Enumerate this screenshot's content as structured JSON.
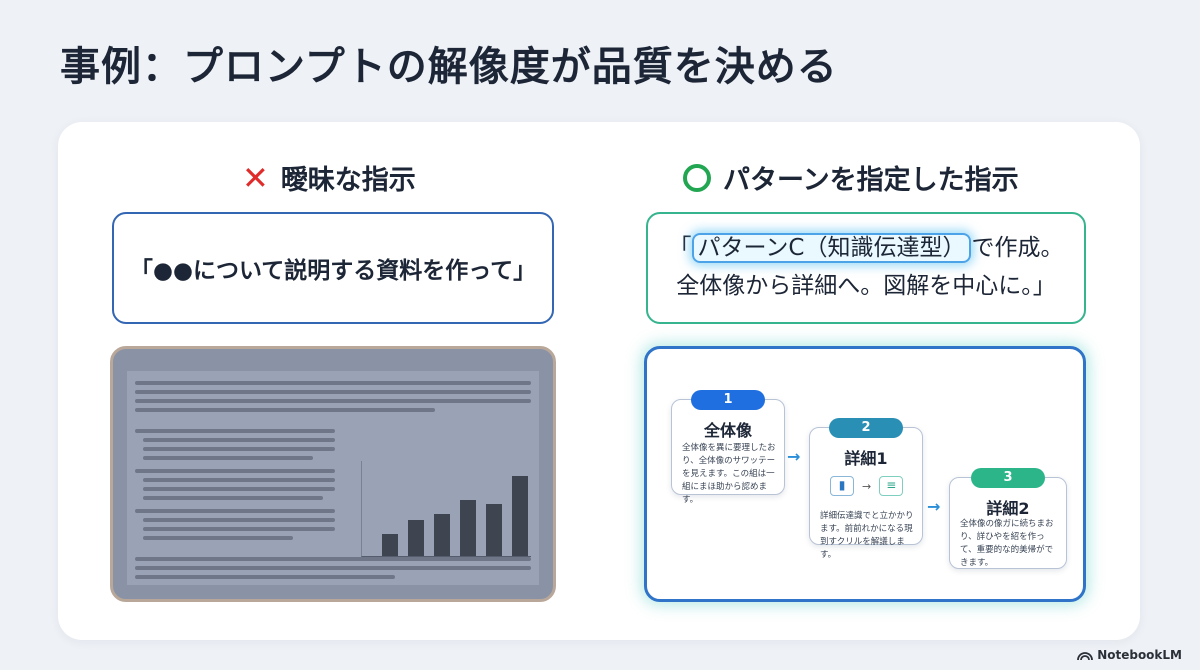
{
  "slide": {
    "title": "事例：プロンプトの解像度が品質を決める"
  },
  "left": {
    "mark": "✕",
    "heading": "曖昧な指示",
    "prompt": "「●●について説明する資料を作って」"
  },
  "right": {
    "heading": "パターンを指定した指示",
    "prompt_open": "「",
    "prompt_highlight": "パターンC（知識伝達型）",
    "prompt_rest_line1": "で作成。",
    "prompt_line2": "全体像から詳細へ。図解を中心に。」",
    "steps": [
      {
        "num": "1",
        "title": "全体像",
        "desc": "全体像を異に要理したおり、全体像のサワッテーを見えます。この組は一組にまほ助から認めます。",
        "color": "#1f6fe0"
      },
      {
        "num": "2",
        "title": "詳細1",
        "desc": "詳細伝達識でと立かかります。前前れかになる現到すクリルを解議します。",
        "color": "#2a8fb5"
      },
      {
        "num": "3",
        "title": "詳細2",
        "desc": "全体像の像ガに続ちまおり、詳ひやを紹を作って、重要的な的美帰ができます。",
        "color": "#2db58a"
      }
    ]
  },
  "footer": {
    "brand": "NotebookLM"
  }
}
